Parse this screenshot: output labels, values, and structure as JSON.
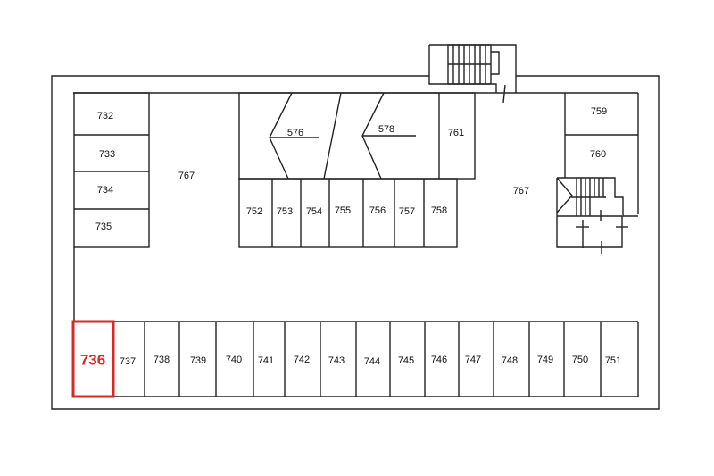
{
  "highlight": {
    "label": "736",
    "color": "#d42a2a"
  },
  "rooms": {
    "left_column": [
      "732",
      "733",
      "734",
      "735"
    ],
    "hall_left": "767",
    "hall_right": "767",
    "storage_upper": [
      "576",
      "578"
    ],
    "r761": "761",
    "middle_row": [
      "752",
      "753",
      "754",
      "755",
      "756",
      "757",
      "758"
    ],
    "right_column": [
      "759",
      "760"
    ],
    "bottom_row": [
      "737",
      "738",
      "739",
      "740",
      "741",
      "742",
      "743",
      "744",
      "745",
      "746",
      "747",
      "748",
      "749",
      "750",
      "751"
    ]
  }
}
